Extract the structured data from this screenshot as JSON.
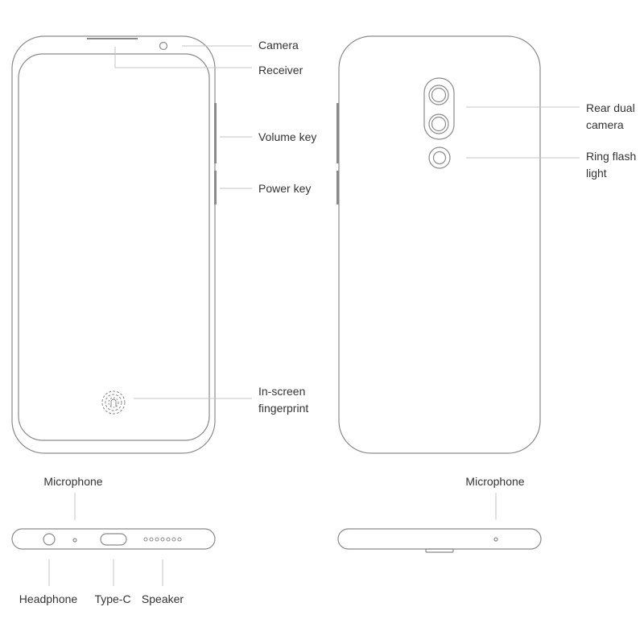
{
  "colors": {
    "outline": "#8a8a8a",
    "leader": "#c4c4c4",
    "text": "#333333",
    "background": "#ffffff"
  },
  "labels": {
    "camera": "Camera",
    "receiver": "Receiver",
    "volume_key": "Volume key",
    "power_key": "Power key",
    "in_screen_fingerprint": [
      "In-screen",
      "fingerprint"
    ],
    "rear_dual_camera": [
      "Rear dual",
      "camera"
    ],
    "ring_flash_light": [
      "Ring flash",
      "light"
    ],
    "microphone_bottom": "Microphone",
    "microphone_top": "Microphone",
    "headphone": "Headphone",
    "type_c": "Type-C",
    "speaker": "Speaker"
  },
  "icons": {
    "fingerprint": "fingerprint-icon",
    "front_camera": "front-camera-icon",
    "rear_camera": "rear-camera-icon",
    "flash": "ring-flash-icon"
  }
}
